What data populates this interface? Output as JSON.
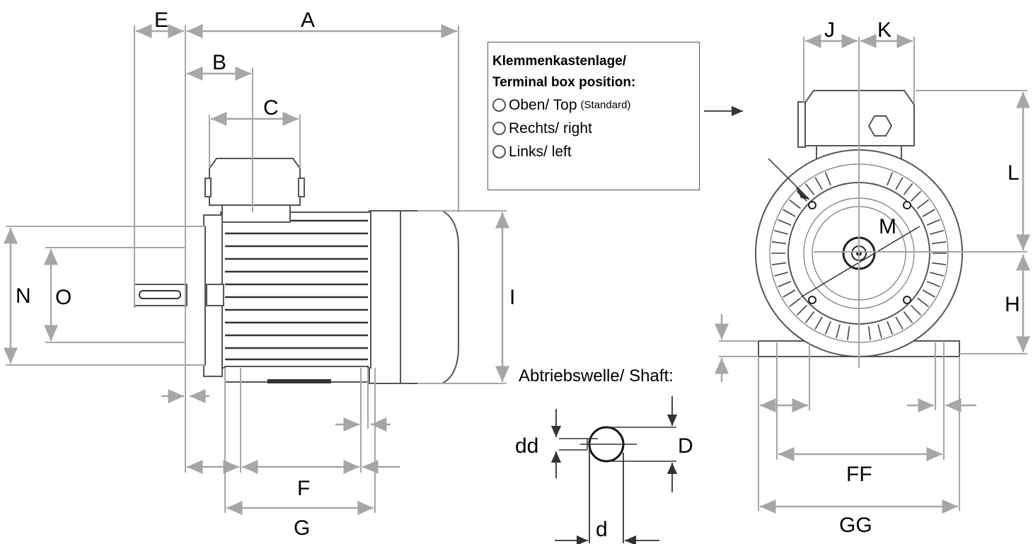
{
  "dimension_labels": {
    "E": "E",
    "A": "A",
    "B": "B",
    "C": "C",
    "N": "N",
    "O": "O",
    "I": "I",
    "F": "F",
    "G": "G",
    "J": "J",
    "K": "K",
    "L": "L",
    "M": "M",
    "H": "H",
    "FF": "FF",
    "GG": "GG",
    "D": "D",
    "dd": "dd",
    "d": "d"
  },
  "terminal_box": {
    "title_line1": "Klemmenkastenlage/",
    "title_line2": "Terminal box position:",
    "options": [
      {
        "label": "Oben/ Top",
        "note": "(Standard)"
      },
      {
        "label": "Rechts/ right",
        "note": ""
      },
      {
        "label": "Links/ left",
        "note": ""
      }
    ]
  },
  "shaft": {
    "title": "Abtriebswelle/ Shaft:"
  },
  "colors": {
    "dimension_lines": "#a6a6a6",
    "drawing": "#555555"
  }
}
